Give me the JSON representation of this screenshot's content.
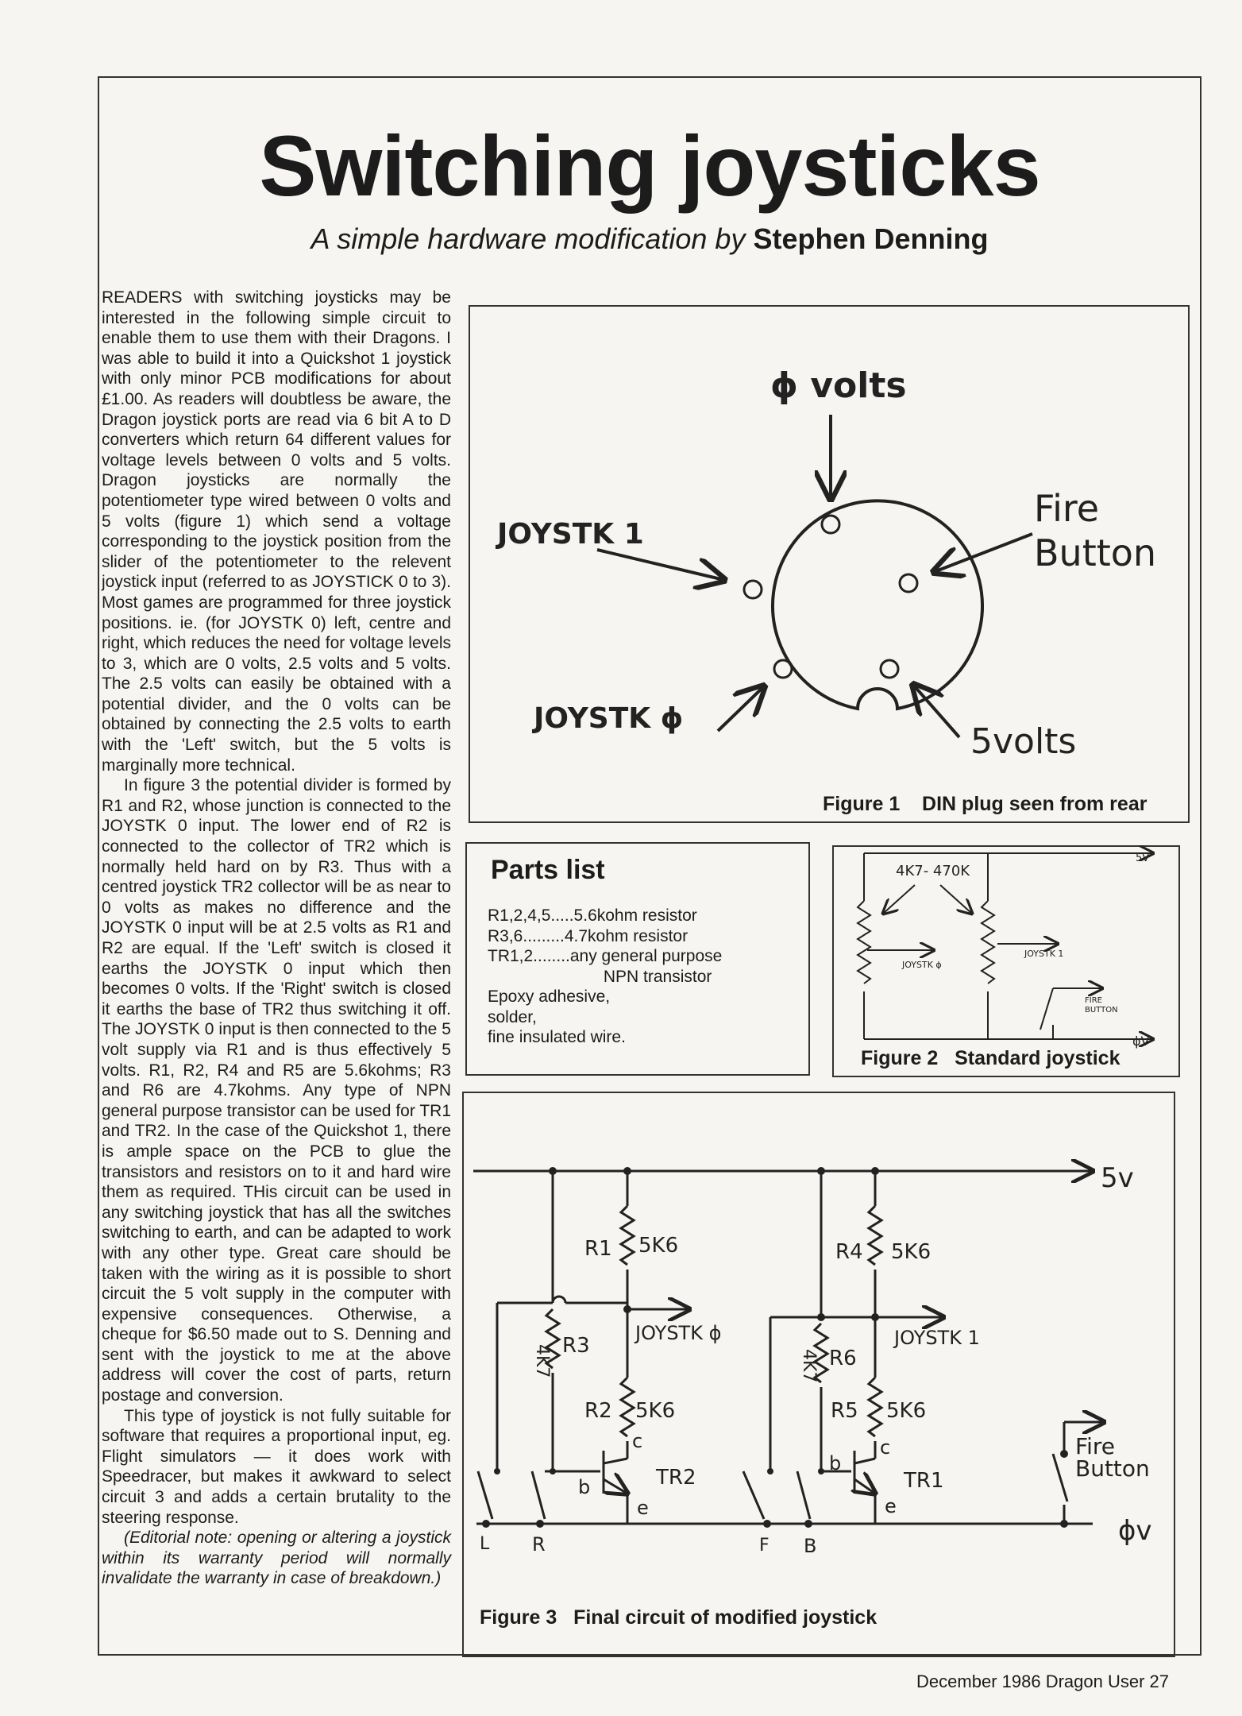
{
  "article": {
    "title": "Switching joysticks",
    "subtitle_prefix": "A simple hardware modification by",
    "author": "Stephen Denning"
  },
  "body_paragraphs": [
    "READERS with switching joysticks may be interested in the following simple circuit to enable them to use them with their Dragons. I was able to build it into a Quickshot 1 joystick with only minor PCB modifications for about £1.00. As readers will doubtless be aware, the Dragon joystick ports are read via 6 bit A to D converters which return 64 different values for voltage levels between 0 volts and 5 volts. Dragon joysticks are normally the potentiometer type wired between 0 volts and 5 volts (figure 1) which send a voltage corresponding to the joystick position from the slider of the potentiometer to the relevent joystick input (referred to as JOYSTICK 0 to 3). Most games are programmed for three joystick positions. ie. (for JOYSTK 0) left, centre and right, which reduces the need for voltage levels to 3, which are 0 volts, 2.5 volts and 5 volts. The 2.5 volts can easily be obtained with a potential divider, and the 0 volts can be obtained by connecting the 2.5 volts to earth with the 'Left' switch, but the 5 volts is marginally more technical.",
    "In figure 3 the potential divider is formed by R1 and R2, whose junction is connected to the JOYSTK 0 input. The lower end of R2 is connected to the collector of TR2 which is normally held hard on by R3. Thus with a centred joystick TR2 collector will be as near to 0 volts as makes no difference and the JOYSTK 0 input will be at 2.5 volts as R1 and R2 are equal. If the 'Left' switch is closed it earths the JOYSTK 0 input which then becomes 0 volts. If the 'Right' switch is closed it earths the base of TR2 thus switching it off. The JOYSTK 0 input is then connected to the 5 volt supply via R1 and is thus effectively 5 volts. R1, R2, R4 and R5 are 5.6kohms; R3 and R6 are 4.7kohms. Any type of NPN general purpose transistor can be used for TR1 and TR2. In the case of the Quickshot 1, there is ample space on the PCB to glue the transistors and resistors on to it and hard wire them as required. THis circuit can be used in any switching joystick that has all the switches switching to earth, and can be adapted to work with any other type. Great care should be taken with the wiring as it is possible to short circuit the 5 volt supply in the computer with expensive consequences. Otherwise, a cheque for $6.50 made out to S. Denning and sent with the joystick to me at the above address will cover the cost of parts, return postage and conversion.",
    "This type of joystick is not fully suitable for software that requires a proportional input, eg. Flight simulators — it does work with Speedracer, but makes it awkward to select circuit 3 and adds a certain brutality to the steering response."
  ],
  "editorial_note": "(Editorial note: opening or altering a joystick within its warranty period will normally invalidate the warranty in case of breakdown.)",
  "figure1": {
    "caption_num": "Figure 1",
    "caption_text": "DIN plug seen from rear",
    "labels": {
      "zero_volts": "ϕ volts",
      "fire_line1": "Fire",
      "fire_line2": "Button",
      "joystk1": "JOYSTK 1",
      "joystk0": "JOYSTK ϕ",
      "five_volts": "5volts"
    }
  },
  "parts": {
    "title": "Parts list",
    "items": [
      "R1,2,4,5.....5.6kohm resistor",
      "R3,6.........4.7kohm resistor",
      "TR1,2........any general purpose",
      "                         NPN transistor",
      "Epoxy adhesive,",
      "solder,",
      "fine insulated wire."
    ]
  },
  "figure2": {
    "caption_num": "Figure 2",
    "caption_text": "Standard joystick",
    "labels": {
      "pot_value": "4K7- 470K",
      "five_v": "5V",
      "zero_v": "ϕV",
      "joystk0": "JOYSTK ϕ",
      "joystk1": "JOYSTK 1",
      "fire_line1": "FIRE",
      "fire_line2": "BUTTON"
    }
  },
  "figure3": {
    "caption_num": "Figure 3",
    "caption_text": "Final circuit of modified joystick",
    "labels": {
      "five_v": "5v",
      "zero_v": "ϕv",
      "r1": "R1",
      "r1_val": "5K6",
      "r2": "R2",
      "r2_val": "5K6",
      "r3": "R3",
      "r3_val": "4K7",
      "r4": "R4",
      "r4_val": "5K6",
      "r5": "R5",
      "r5_val": "5K6",
      "r6": "R6",
      "r6_val": "4K7",
      "joystk0": "JOYSTK ϕ",
      "joystk1": "JOYSTK 1",
      "tr1": "TR1",
      "tr2": "TR2",
      "b": "b",
      "c": "c",
      "e": "e",
      "sw_l": "L",
      "sw_r": "R",
      "sw_f": "F",
      "sw_b": "B",
      "fire_line1": "Fire",
      "fire_line2": "Button"
    }
  },
  "footer": "December 1986 Dragon User 27"
}
